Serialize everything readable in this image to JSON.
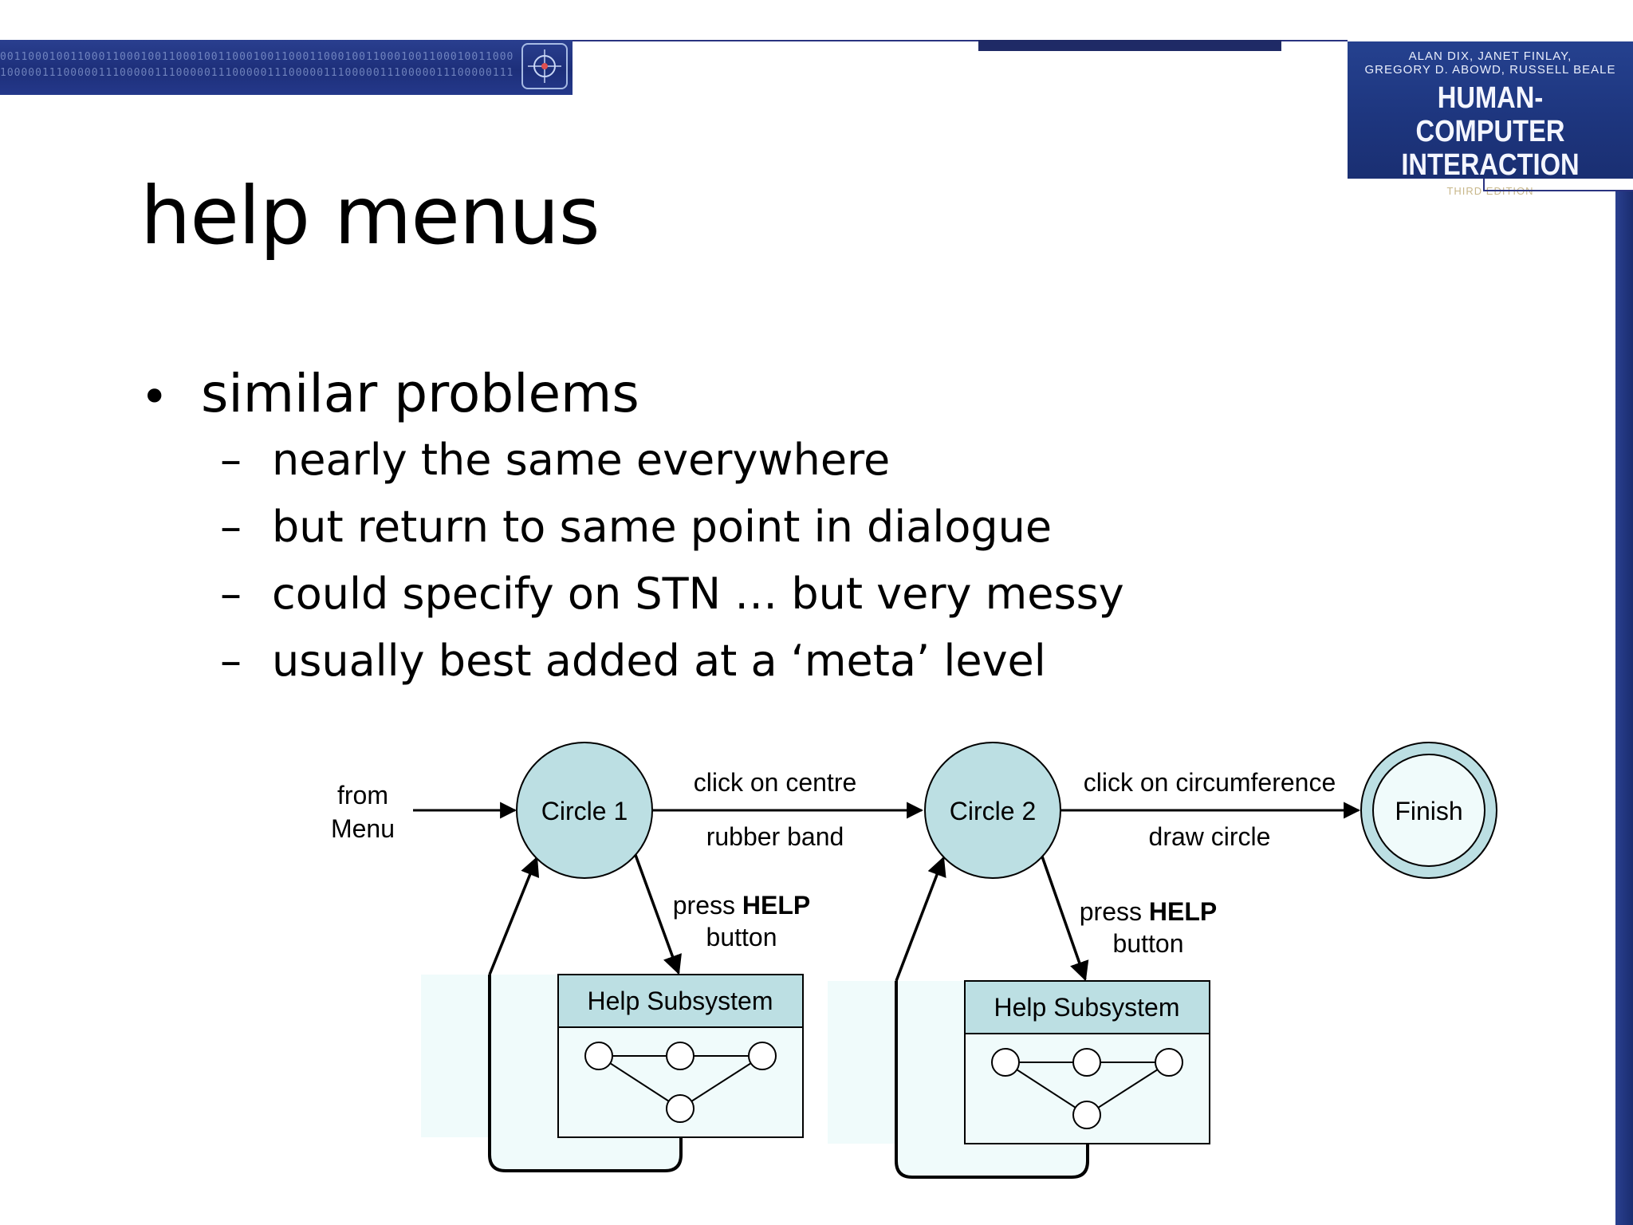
{
  "header": {
    "banner_pattern": "0011000100110001100010011000100110001001100011000100110001001100010011000",
    "banner_pattern_2": "1000001110000011100000111000001110000011100000111000001110000011100000111"
  },
  "book": {
    "authors_line_1": "ALAN DIX, JANET FINLAY,",
    "authors_line_2": "GREGORY D. ABOWD, RUSSELL BEALE",
    "title_line_1": "HUMAN-COMPUTER",
    "title_line_2": "INTERACTION",
    "edition": "THIRD EDITION"
  },
  "slide": {
    "title": "help menus",
    "bullet": "similar problems",
    "dash": "–",
    "sub_bullets": [
      "nearly the same everywhere",
      "but return to same point in dialogue",
      "could specify on STN … but very messy",
      "usually best added at a ‘meta’ level"
    ]
  },
  "diagram": {
    "from_line_1": "from",
    "from_line_2": "Menu",
    "circle_1": "Circle 1",
    "circle_2": "Circle 2",
    "finish": "Finish",
    "edge_1_top": "click on centre",
    "edge_1_bottom": "rubber band",
    "edge_2_top": "click on circumference",
    "edge_2_bottom": "draw circle",
    "help_press": "press ",
    "help_key": "HELP",
    "help_button": "button",
    "help_subsystem": "Help Subsystem"
  },
  "colors": {
    "banner": "#1d2f7a",
    "node_fill": "#bcdfe3",
    "help_fill": "#f0fbfb",
    "help_header": "#bcdfe3"
  }
}
